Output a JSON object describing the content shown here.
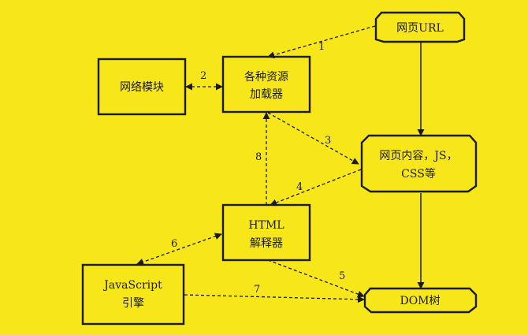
{
  "colors": {
    "background": "#f6e61a",
    "ink": "#1b1b10"
  },
  "nodes": {
    "network_module": {
      "lines": [
        "网络模块"
      ]
    },
    "resource_loader": {
      "lines": [
        "各种资源",
        "加载器"
      ]
    },
    "page_url": {
      "lines": [
        "网页URL"
      ]
    },
    "page_content": {
      "lines": [
        "网页内容，JS，",
        "CSS等"
      ]
    },
    "html_parser": {
      "lines": [
        "HTML",
        "解释器"
      ]
    },
    "js_engine": {
      "lines": [
        "JavaScript",
        "引擎"
      ]
    },
    "dom_tree": {
      "lines": [
        "DOM树"
      ]
    }
  },
  "edges": [
    {
      "id": "1",
      "from": "page_url",
      "to": "resource_loader",
      "label": "1",
      "style": "dashed"
    },
    {
      "id": "2",
      "from": "network_module",
      "to": "resource_loader",
      "label": "2",
      "style": "dashed-bidirectional"
    },
    {
      "id": "3",
      "from": "resource_loader",
      "to": "page_content",
      "label": "3",
      "style": "dashed"
    },
    {
      "id": "4",
      "from": "page_content",
      "to": "html_parser",
      "label": "4",
      "style": "dashed"
    },
    {
      "id": "5",
      "from": "html_parser",
      "to": "dom_tree",
      "label": "5",
      "style": "dashed"
    },
    {
      "id": "6",
      "from": "html_parser",
      "to": "js_engine",
      "label": "6",
      "style": "dashed-bidirectional"
    },
    {
      "id": "7",
      "from": "js_engine",
      "to": "dom_tree",
      "label": "7",
      "style": "dashed"
    },
    {
      "id": "8",
      "from": "html_parser",
      "to": "resource_loader",
      "label": "8",
      "style": "dashed"
    },
    {
      "id": "url_to_content",
      "from": "page_url",
      "to": "page_content",
      "label": "",
      "style": "solid"
    },
    {
      "id": "content_to_dom",
      "from": "page_content",
      "to": "dom_tree",
      "label": "",
      "style": "solid"
    }
  ]
}
